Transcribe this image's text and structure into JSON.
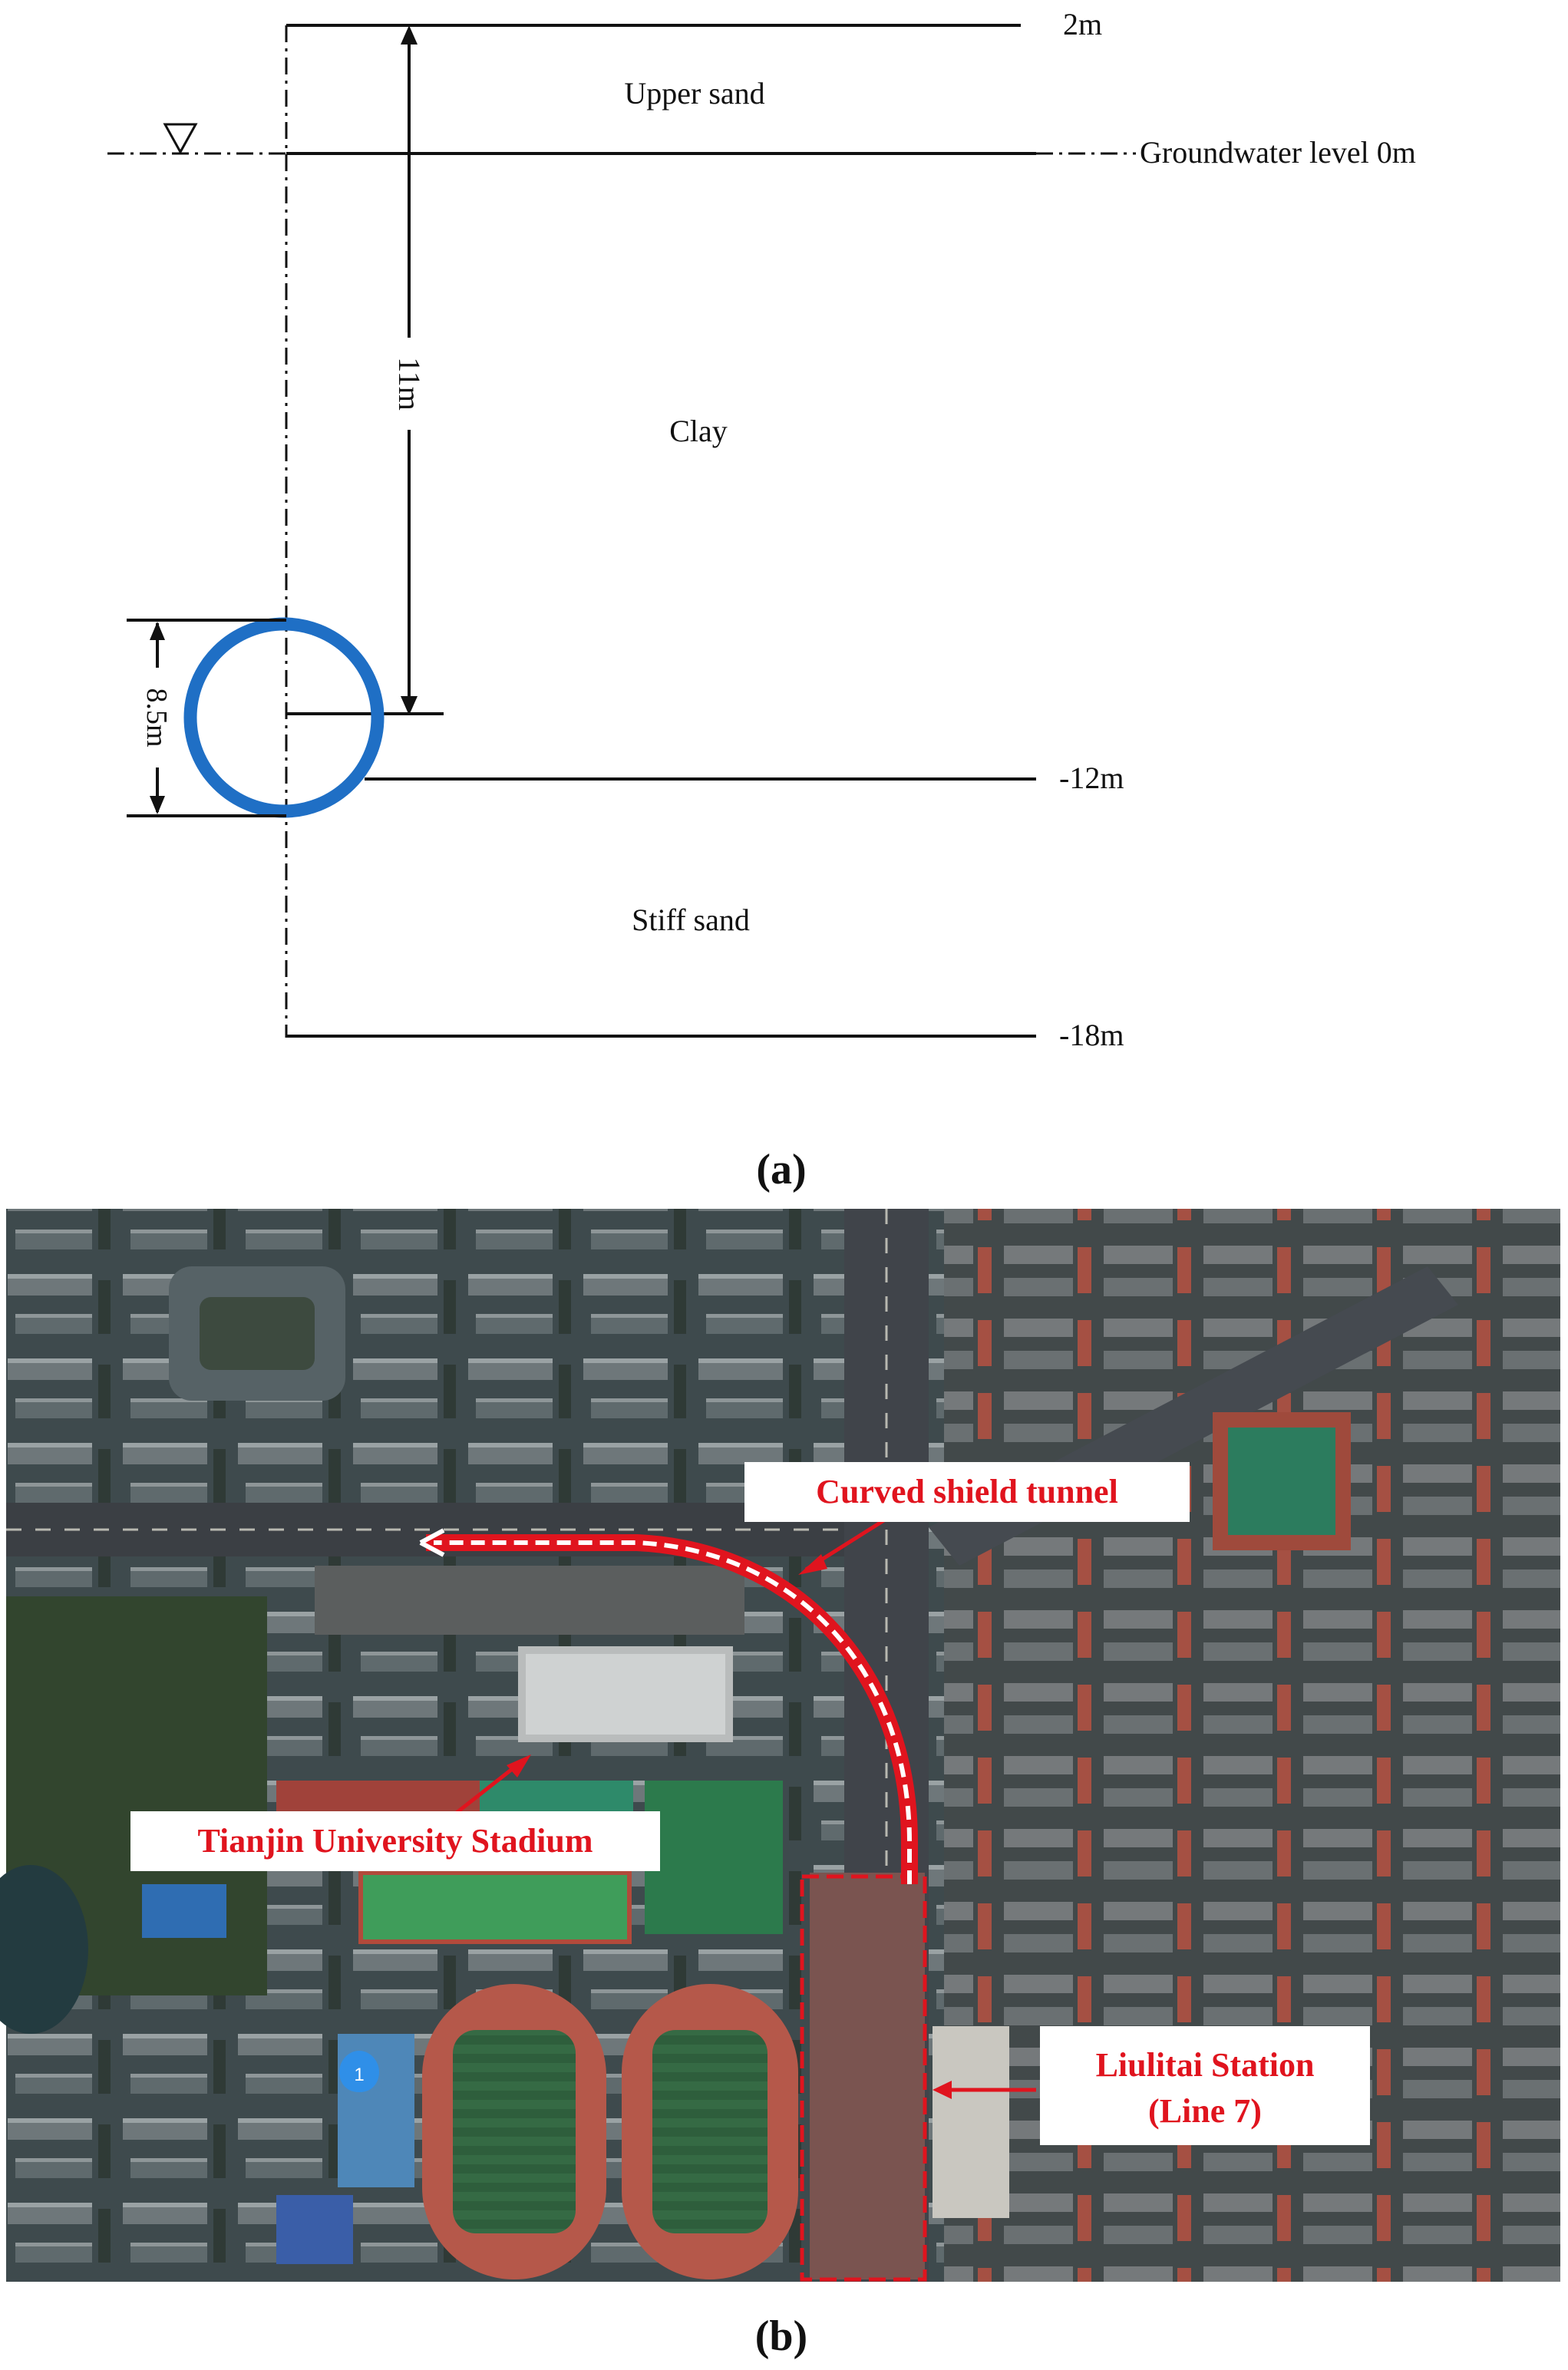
{
  "panel_a": {
    "layers": [
      {
        "name": "Upper sand"
      },
      {
        "name": "Clay"
      },
      {
        "name": "Stiff sand"
      }
    ],
    "levels": {
      "top": "2m",
      "groundwater": "Groundwater level 0m",
      "clay_bottom": "-12m",
      "bottom": "-18m"
    },
    "dims": {
      "depth_to_center": "11m",
      "tunnel_diameter": "8.5m"
    },
    "water_symbol": "water-level-triangle-icon",
    "tunnel_color": "#1f6fc5",
    "caption": "(a)"
  },
  "panel_b": {
    "labels": {
      "tunnel": "Curved shield tunnel",
      "stadium": "Tianjin University Stadium",
      "station_line1": "Liulitai Station",
      "station_line2": "(Line 7)"
    },
    "marker": "1",
    "label_color": "#e0141e",
    "caption": "(b)"
  }
}
